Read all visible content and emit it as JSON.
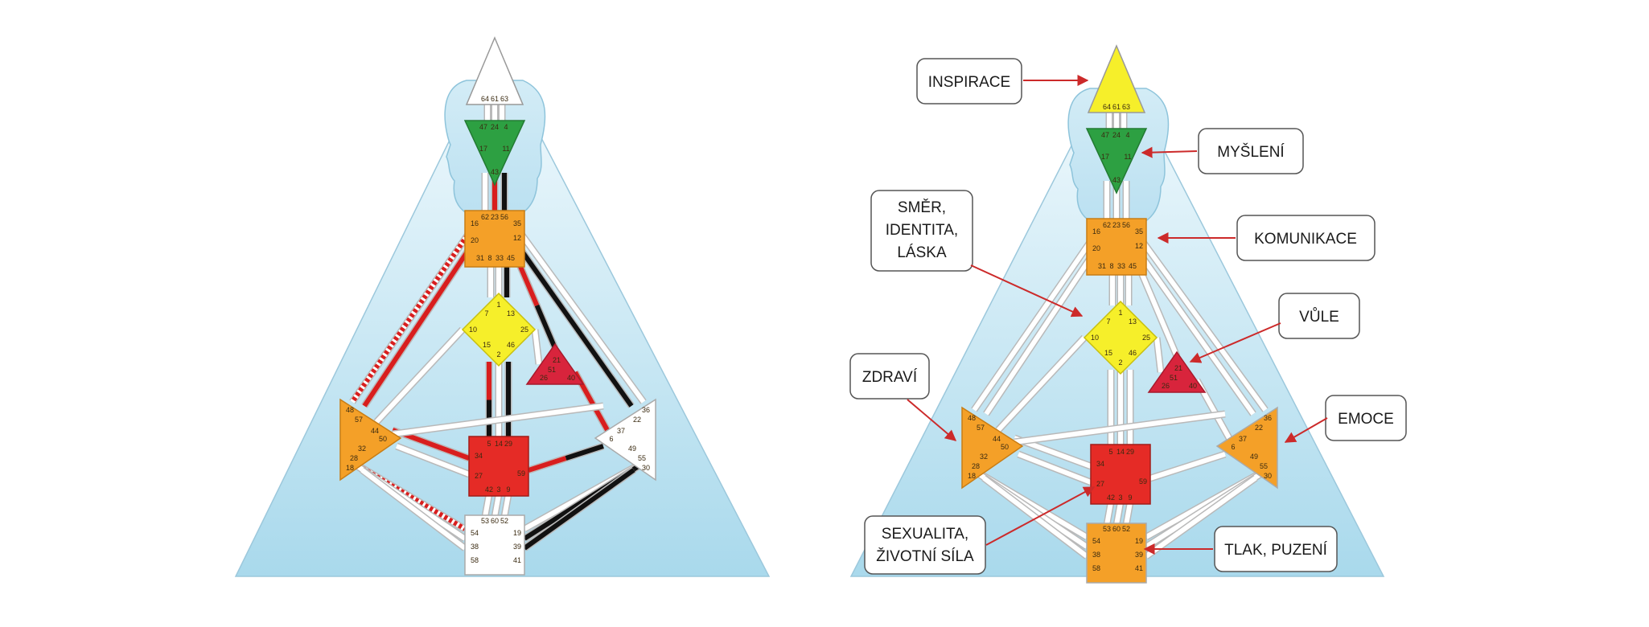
{
  "colors": {
    "body_bg_light": "#eaf6fb",
    "body_bg_dark": "#9fd3e8",
    "head_silhouette": "#bfe0ef",
    "channel": "#ffffff",
    "channel_outline": "#b9b9b9",
    "red": "#d81e1e",
    "black": "#111111",
    "yellow": "#f6ef2a",
    "green": "#2da042",
    "orange": "#f4a028",
    "red_center": "#e52b26",
    "arrow": "#cc2a2a"
  },
  "centers": {
    "head": {
      "icon": "triangle-up",
      "gates": [
        "64",
        "61",
        "63"
      ]
    },
    "ajna": {
      "icon": "triangle-down",
      "gates": [
        "47",
        "24",
        "4",
        "17",
        "11",
        "43"
      ]
    },
    "throat": {
      "icon": "square",
      "gates": [
        "62",
        "23",
        "56",
        "16",
        "35",
        "20",
        "12",
        "31",
        "8",
        "33",
        "45"
      ]
    },
    "g": {
      "icon": "diamond",
      "gates": [
        "1",
        "7",
        "13",
        "10",
        "25",
        "15",
        "46",
        "2"
      ]
    },
    "ego": {
      "icon": "triangle",
      "gates": [
        "21",
        "51",
        "26",
        "40"
      ]
    },
    "spleen": {
      "icon": "triangle-right",
      "gates": [
        "48",
        "57",
        "44",
        "50",
        "32",
        "28",
        "18"
      ]
    },
    "solar_plexus": {
      "icon": "triangle-left",
      "gates": [
        "36",
        "22",
        "37",
        "6",
        "49",
        "55",
        "30"
      ]
    },
    "sacral": {
      "icon": "square",
      "gates": [
        "5",
        "14",
        "29",
        "34",
        "27",
        "59",
        "42",
        "3",
        "9"
      ]
    },
    "root": {
      "icon": "square",
      "gates": [
        "53",
        "60",
        "52",
        "54",
        "19",
        "38",
        "39",
        "58",
        "41"
      ]
    }
  },
  "labels": {
    "inspirace": "INSPIRACE",
    "mysleni": "MYŠLENÍ",
    "smer_1": "SMĚR,",
    "smer_2": "IDENTITA,",
    "smer_3": "LÁSKA",
    "komunikace": "KOMUNIKACE",
    "vule": "VŮLE",
    "zdravi": "ZDRAVÍ",
    "emoce": "EMOCE",
    "sexualita_1": "SEXUALITA,",
    "sexualita_2": "ŽIVOTNÍ SÍLA",
    "tlak": "TLAK, PUZENÍ"
  }
}
